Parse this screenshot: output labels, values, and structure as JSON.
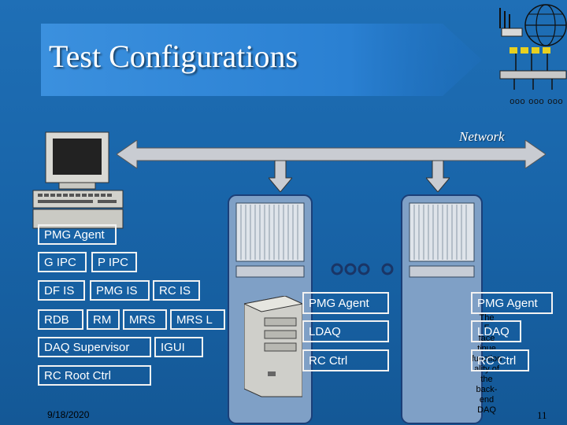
{
  "slide": {
    "title": "Test Configurations",
    "network_label": "Network",
    "date": "9/18/2020",
    "page_number": "11"
  },
  "left_node": {
    "pmg_agent": "PMG Agent",
    "g_ipc": "G IPC",
    "p_ipc": "P IPC",
    "df_is": "DF IS",
    "pmg_is": "PMG IS",
    "rc_is": "RC IS",
    "rdb": "RDB",
    "rm": "RM",
    "mrs": "MRS",
    "mrs_l": "MRS L",
    "daq_supervisor": "DAQ Supervisor",
    "igui": "IGUI",
    "rc_root_ctrl": "RC Root Ctrl"
  },
  "crate_1": {
    "pmg_agent": "PMG Agent",
    "ldaq": "LDAQ",
    "rc_ctrl": "RC Ctrl"
  },
  "crate_2": {
    "pmg_agent": "PMG Agent",
    "ldaq": "LDAQ",
    "rc_ctrl": "RC Ctrl",
    "description_lines": [
      "The",
      "F",
      "face",
      "tinue",
      "function",
      "ality of",
      "the",
      "back-",
      "end",
      "DAQ"
    ]
  },
  "colors": {
    "background": "#1864a8",
    "banner": "#2f86d8",
    "arrow": "#c9ccd2",
    "box_border": "#f2f2f2"
  }
}
